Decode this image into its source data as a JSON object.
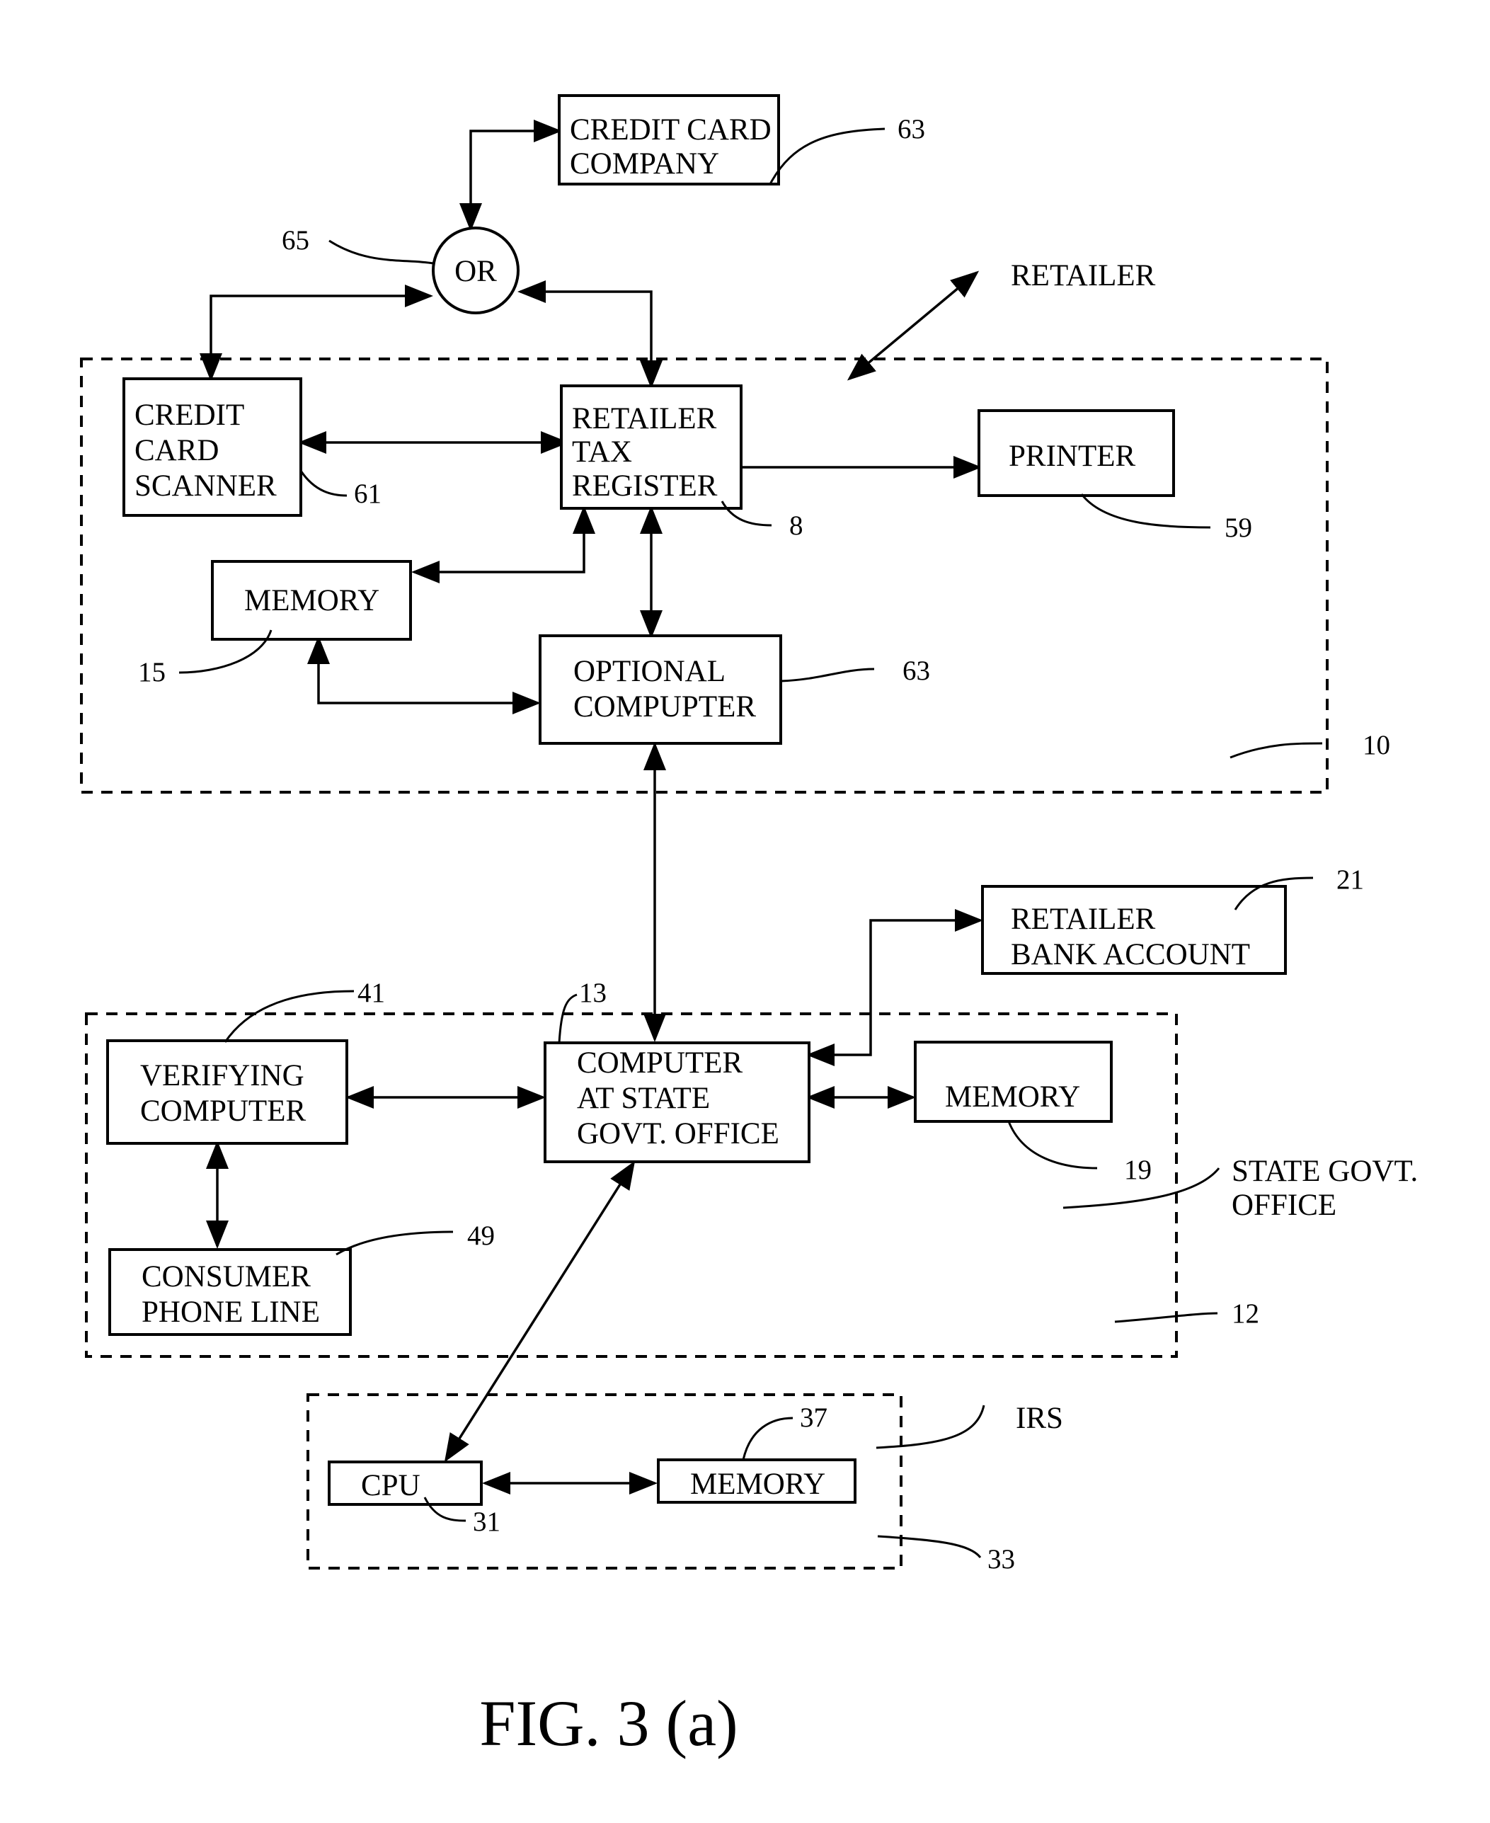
{
  "figure": {
    "caption": "FIG. 3 (a)"
  },
  "blocks": {
    "credit_card_company": [
      "CREDIT CARD",
      "COMPANY"
    ],
    "or_node": "OR",
    "credit_card_scanner": [
      "CREDIT",
      "CARD",
      "SCANNER"
    ],
    "retailer_tax_register": [
      "RETAILER",
      "TAX",
      "REGISTER"
    ],
    "printer": "PRINTER",
    "memory_15": "MEMORY",
    "optional_computer": [
      "OPTIONAL",
      "COMPUPTER"
    ],
    "retailer_bank_account": [
      "RETAILER",
      "BANK ACCOUNT"
    ],
    "verifying_computer": [
      "VERIFYING",
      "COMPUTER"
    ],
    "state_computer": [
      "COMPUTER",
      "AT STATE",
      "GOVT. OFFICE"
    ],
    "memory_19": "MEMORY",
    "consumer_phone_line": [
      "CONSUMER",
      "PHONE LINE"
    ],
    "cpu": "CPU",
    "memory_37": "MEMORY"
  },
  "groups": {
    "retailer": "RETAILER",
    "state_govt_office": [
      "STATE GOVT.",
      "OFFICE"
    ],
    "irs": "IRS"
  },
  "refs": {
    "r63_top": "63",
    "r65": "65",
    "r61": "61",
    "r8": "8",
    "r59": "59",
    "r15": "15",
    "r63_mid": "63",
    "r10": "10",
    "r21": "21",
    "r41": "41",
    "r13": "13",
    "r19": "19",
    "r49": "49",
    "r12": "12",
    "r37": "37",
    "r31": "31",
    "r33": "33"
  }
}
